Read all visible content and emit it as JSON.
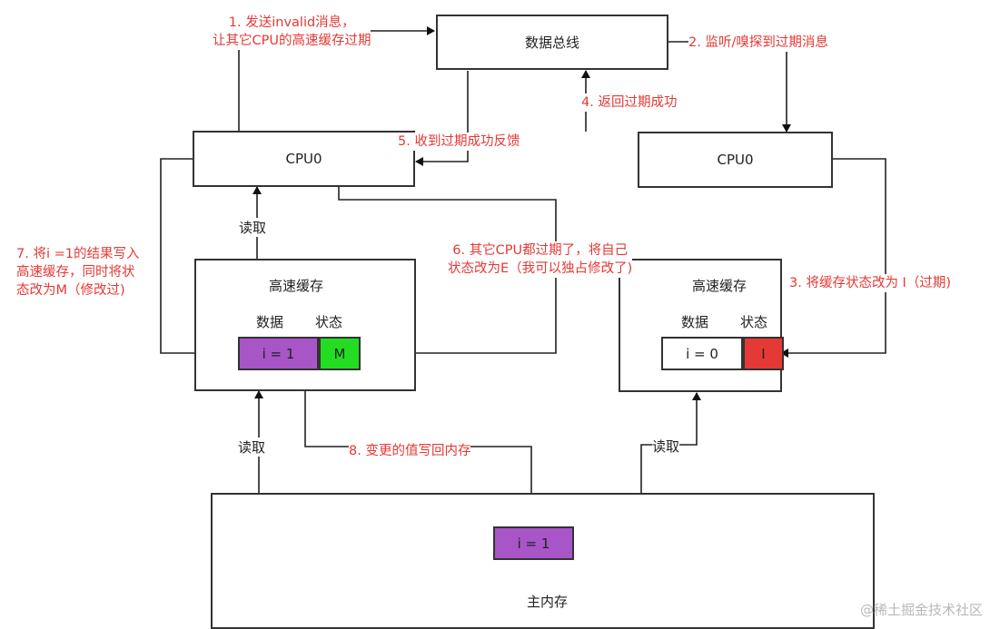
{
  "nodes": {
    "bus": "数据总线",
    "cpu_left": "CPU0",
    "cpu_right": "CPU0",
    "cache_left": {
      "title": "高速缓存",
      "data_header": "数据",
      "state_header": "状态",
      "value": "i = 1",
      "state": "M",
      "state_color": "#22dd22"
    },
    "cache_right": {
      "title": "高速缓存",
      "data_header": "数据",
      "state_header": "状态",
      "value": "i = 0",
      "state": "I",
      "state_color": "#e53935"
    },
    "memory": {
      "title": "主内存",
      "value": "i = 1"
    },
    "value_highlight_color": "#a855c8"
  },
  "edge_labels": {
    "read_top": "读取",
    "read_bottom_left": "读取",
    "read_bottom_right": "读取"
  },
  "annotations": {
    "step1": [
      "1. 发送invalid消息，",
      "让其它CPU的高速缓存过期"
    ],
    "step2": [
      "2. 监听/嗅探到过期消息"
    ],
    "step3": [
      "3. 将缓存状态改为 I（过期)"
    ],
    "step4": [
      "4. 返回过期成功"
    ],
    "step5": [
      "5. 收到过期成功反馈"
    ],
    "step6": [
      "6. 其它CPU都过期了，将自己",
      "状态改为E（我可以独占修改了)"
    ],
    "step7": [
      "7. 将i =1的结果写入",
      "高速缓存，同时将状",
      "态改为M（修改过)"
    ],
    "step8": [
      "8. 变更的值写回内存"
    ]
  },
  "watermark": "@稀土掘金技术社区"
}
